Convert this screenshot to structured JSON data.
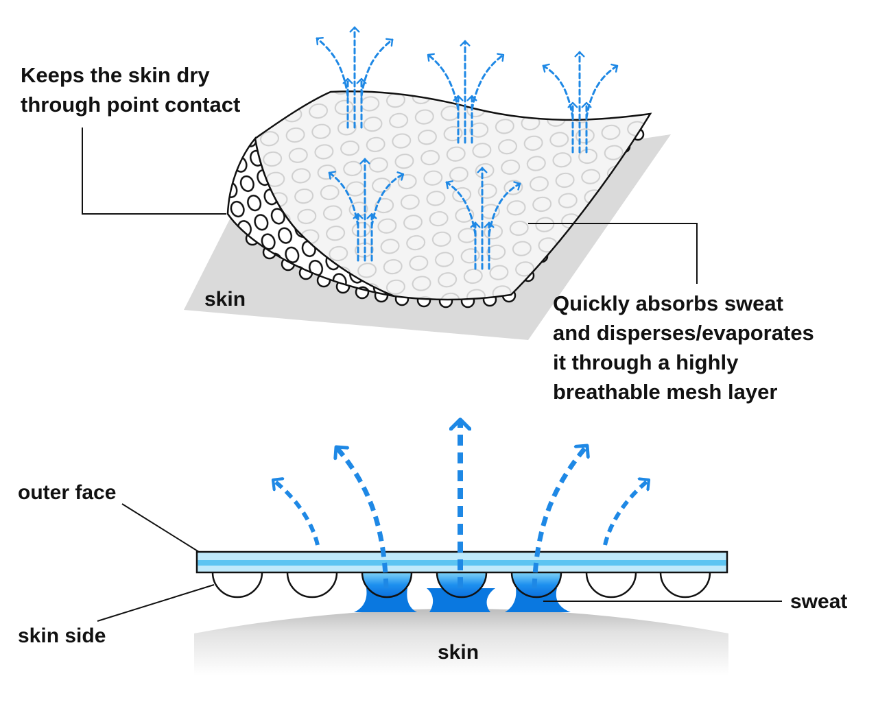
{
  "labels": {
    "point_contact": [
      "Keeps the skin dry",
      "through point contact"
    ],
    "mesh_layer": [
      "Quickly absorbs sweat",
      "and disperses/evaporates",
      "it through a highly",
      "breathable mesh layer"
    ],
    "skin_top": "skin",
    "outer_face": "outer face",
    "skin_side": "skin side",
    "sweat": "sweat",
    "skin_bottom": "skin"
  },
  "colors": {
    "arrow_blue": "#1e88e5",
    "layer_light": "#bfe9fb",
    "layer_mid": "#5cc4f2",
    "sweat_dark": "#0a78e0",
    "skin_gray": "#d8d8d8",
    "outline": "#111111"
  }
}
